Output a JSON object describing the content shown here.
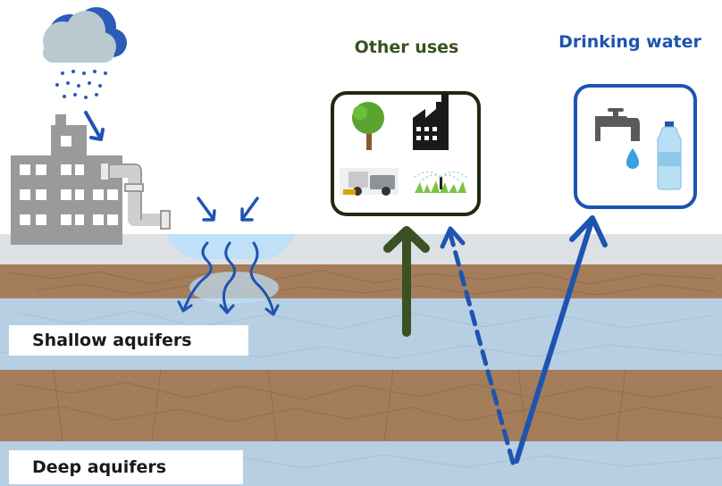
{
  "labels": {
    "shallow_aquifers": "Shallow aquifers",
    "deep_aquifers": "Deep aquifers",
    "other_uses": "Other uses",
    "drinking_water": "Drinking water"
  },
  "colors": {
    "sky_ground": "#dfe4ea",
    "soil": "#a47d5b",
    "aquifer": "#b6cfe2",
    "shallow_water": "#bfe0f7",
    "other_uses_green": "#3a5221",
    "drinking_blue": "#1e54b0",
    "rain_blue": "#2a5cb8",
    "building_gray": "#9a9a9a"
  },
  "icons": {
    "weather": "rain-cloud-icon",
    "city": "building-icon",
    "pipe": "drain-pipe-icon",
    "other_uses": [
      "tree-icon",
      "factory-icon",
      "street-sweeper-icon",
      "sprinkler-icon"
    ],
    "drinking_water": [
      "tap-icon",
      "water-bottle-icon"
    ]
  }
}
